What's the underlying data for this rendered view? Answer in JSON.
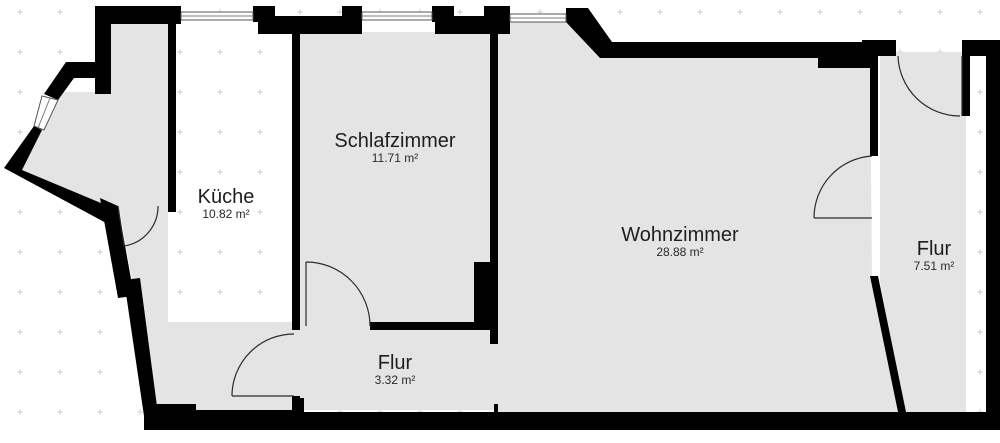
{
  "floorplan": {
    "colors": {
      "floor": "#e4e4e4",
      "wall": "#000000",
      "background": "#ffffff",
      "grid_cross": "#c9cfdd"
    },
    "rooms": [
      {
        "id": "kueche",
        "name": "Küche",
        "area": "10.82 m²"
      },
      {
        "id": "schlafzimmer",
        "name": "Schlafzimmer",
        "area": "11.71 m²"
      },
      {
        "id": "flur-mitte",
        "name": "Flur",
        "area": "3.32 m²"
      },
      {
        "id": "wohnzimmer",
        "name": "Wohnzimmer",
        "area": "28.88 m²"
      },
      {
        "id": "flur-rechts",
        "name": "Flur",
        "area": "7.51 m²"
      }
    ]
  }
}
